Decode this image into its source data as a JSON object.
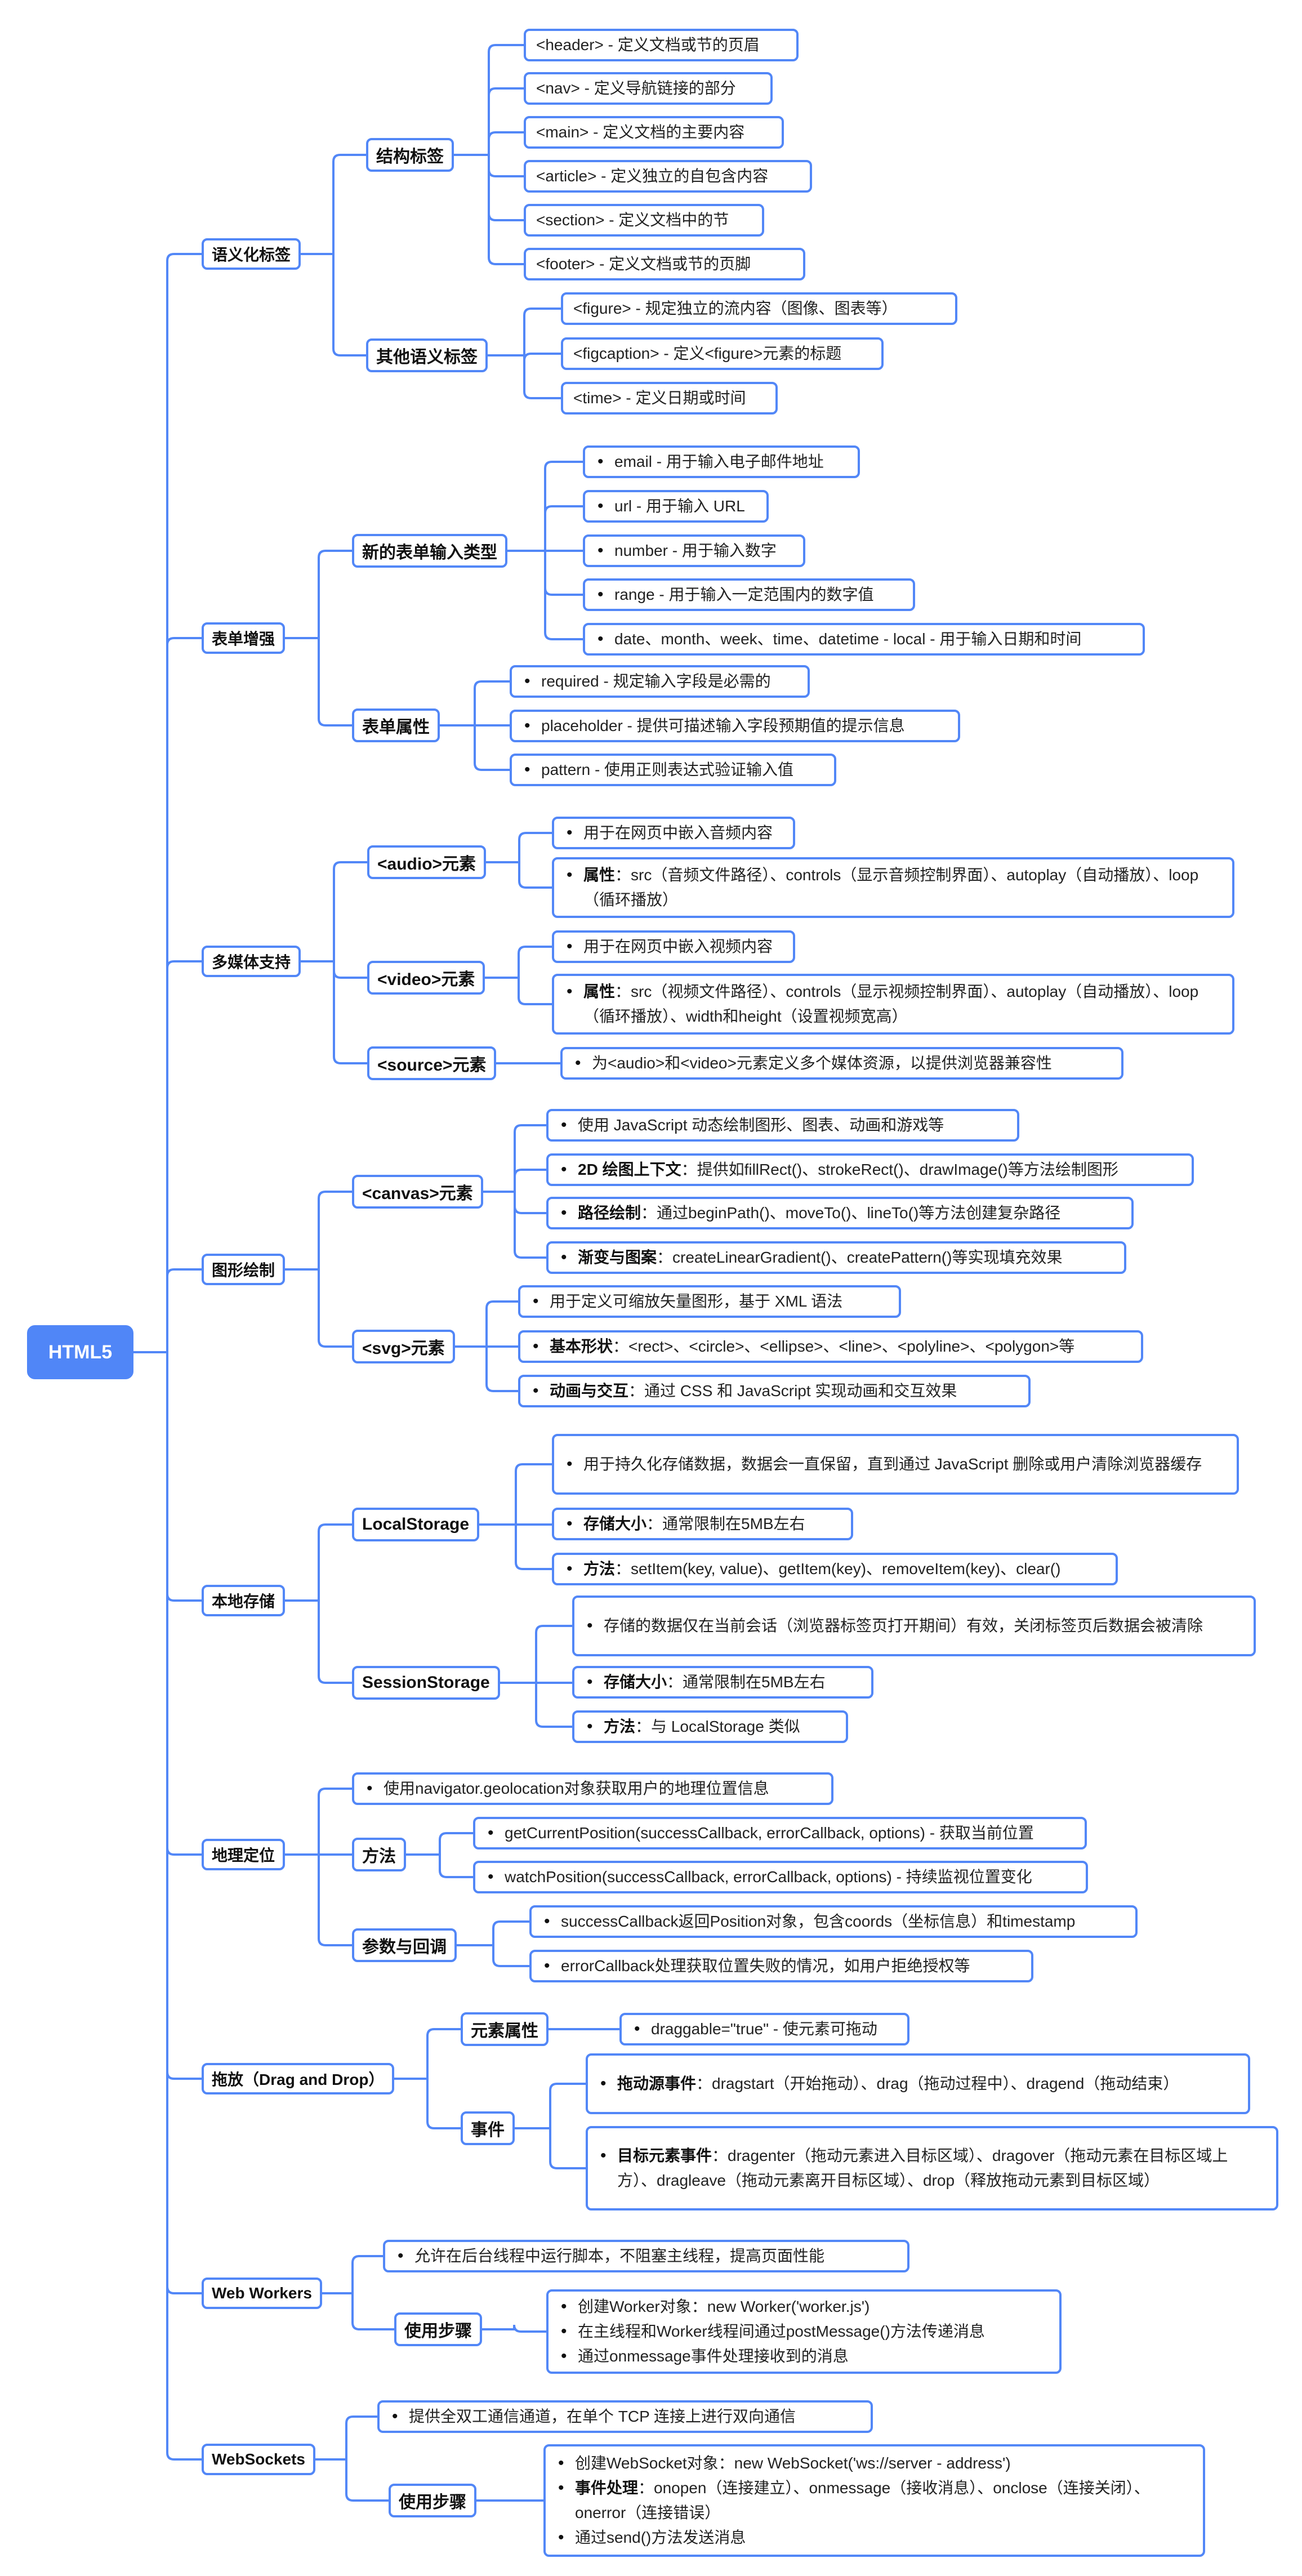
{
  "colors": {
    "accent": "#5086f7",
    "line": "#5287f7",
    "text": "#222222"
  },
  "root": {
    "id": "root",
    "label": "HTML5"
  },
  "branches": [
    {
      "id": "b1",
      "label": "语义化标签",
      "children": [
        {
          "id": "b1a",
          "label": "结构标签",
          "items": [
            {
              "id": "b1a1",
              "bullets": false,
              "lines": [
                {
                  "text": "<header> - 定义文档或节的页眉"
                }
              ]
            },
            {
              "id": "b1a2",
              "bullets": false,
              "lines": [
                {
                  "text": "<nav> - 定义导航链接的部分"
                }
              ]
            },
            {
              "id": "b1a3",
              "bullets": false,
              "lines": [
                {
                  "text": "<main> - 定义文档的主要内容"
                }
              ]
            },
            {
              "id": "b1a4",
              "bullets": false,
              "lines": [
                {
                  "text": "<article> - 定义独立的自包含内容"
                }
              ]
            },
            {
              "id": "b1a5",
              "bullets": false,
              "lines": [
                {
                  "text": "<section> - 定义文档中的节"
                }
              ]
            },
            {
              "id": "b1a6",
              "bullets": false,
              "lines": [
                {
                  "text": "<footer> - 定义文档或节的页脚"
                }
              ]
            }
          ]
        },
        {
          "id": "b1b",
          "label": "其他语义标签",
          "items": [
            {
              "id": "b1b1",
              "bullets": false,
              "lines": [
                {
                  "text": "<figure> - 规定独立的流内容（图像、图表等）"
                }
              ]
            },
            {
              "id": "b1b2",
              "bullets": false,
              "lines": [
                {
                  "text": "<figcaption> - 定义<figure>元素的标题"
                }
              ]
            },
            {
              "id": "b1b3",
              "bullets": false,
              "lines": [
                {
                  "text": "<time> - 定义日期或时间"
                }
              ]
            }
          ]
        }
      ]
    },
    {
      "id": "b2",
      "label": "表单增强",
      "children": [
        {
          "id": "b2a",
          "label": "新的表单输入类型",
          "items": [
            {
              "id": "b2a1",
              "lines": [
                {
                  "text": "email - 用于输入电子邮件地址"
                }
              ]
            },
            {
              "id": "b2a2",
              "lines": [
                {
                  "text": "url - 用于输入 URL"
                }
              ]
            },
            {
              "id": "b2a3",
              "lines": [
                {
                  "text": "number - 用于输入数字"
                }
              ]
            },
            {
              "id": "b2a4",
              "lines": [
                {
                  "text": "range - 用于输入一定范围内的数字值"
                }
              ]
            },
            {
              "id": "b2a5",
              "lines": [
                {
                  "text": "date、month、week、time、datetime - local - 用于输入日期和时间"
                }
              ]
            }
          ]
        },
        {
          "id": "b2b",
          "label": "表单属性",
          "items": [
            {
              "id": "b2b1",
              "lines": [
                {
                  "text": "required - 规定输入字段是必需的"
                }
              ]
            },
            {
              "id": "b2b2",
              "lines": [
                {
                  "text": "placeholder - 提供可描述输入字段预期值的提示信息"
                }
              ]
            },
            {
              "id": "b2b3",
              "lines": [
                {
                  "text": "pattern - 使用正则表达式验证输入值"
                }
              ]
            }
          ]
        }
      ]
    },
    {
      "id": "b3",
      "label": "多媒体支持",
      "children": [
        {
          "id": "b3a",
          "label": "<audio>元素",
          "items": [
            {
              "id": "b3a1",
              "lines": [
                {
                  "text": "用于在网页中嵌入音频内容"
                }
              ]
            },
            {
              "id": "b3a2",
              "lines": [
                {
                  "bold": "属性",
                  "text": "：src（音频文件路径）、controls（显示音频控制界面）、autoplay（自动播放）、loop（循环播放）"
                }
              ]
            }
          ]
        },
        {
          "id": "b3b",
          "label": "<video>元素",
          "items": [
            {
              "id": "b3b1",
              "lines": [
                {
                  "text": "用于在网页中嵌入视频内容"
                }
              ]
            },
            {
              "id": "b3b2",
              "lines": [
                {
                  "bold": "属性",
                  "text": "：src（视频文件路径）、controls（显示视频控制界面）、autoplay（自动播放）、loop（循环播放）、width和height（设置视频宽高）"
                }
              ]
            }
          ]
        },
        {
          "id": "b3c",
          "label": "<source>元素",
          "items": [
            {
              "id": "b3c1",
              "lines": [
                {
                  "text": "为<audio>和<video>元素定义多个媒体资源，以提供浏览器兼容性"
                }
              ]
            }
          ]
        }
      ]
    },
    {
      "id": "b4",
      "label": "图形绘制",
      "children": [
        {
          "id": "b4a",
          "label": "<canvas>元素",
          "items": [
            {
              "id": "b4a1",
              "lines": [
                {
                  "text": "使用 JavaScript 动态绘制图形、图表、动画和游戏等"
                }
              ]
            },
            {
              "id": "b4a2",
              "lines": [
                {
                  "bold": "2D 绘图上下文",
                  "text": "：提供如fillRect()、strokeRect()、drawImage()等方法绘制图形"
                }
              ]
            },
            {
              "id": "b4a3",
              "lines": [
                {
                  "bold": "路径绘制",
                  "text": "：通过beginPath()、moveTo()、lineTo()等方法创建复杂路径"
                }
              ]
            },
            {
              "id": "b4a4",
              "lines": [
                {
                  "bold": "渐变与图案",
                  "text": "：createLinearGradient()、createPattern()等实现填充效果"
                }
              ]
            }
          ]
        },
        {
          "id": "b4b",
          "label": "<svg>元素",
          "items": [
            {
              "id": "b4b1",
              "lines": [
                {
                  "text": "用于定义可缩放矢量图形，基于 XML 语法"
                }
              ]
            },
            {
              "id": "b4b2",
              "lines": [
                {
                  "bold": "基本形状",
                  "text": "：<rect>、<circle>、<ellipse>、<line>、<polyline>、<polygon>等"
                }
              ]
            },
            {
              "id": "b4b3",
              "lines": [
                {
                  "bold": "动画与交互",
                  "text": "：通过 CSS 和 JavaScript 实现动画和交互效果"
                }
              ]
            }
          ]
        }
      ]
    },
    {
      "id": "b5",
      "label": "本地存储",
      "children": [
        {
          "id": "b5a",
          "label": "LocalStorage",
          "items": [
            {
              "id": "b5a1",
              "lines": [
                {
                  "text": "用于持久化存储数据，数据会一直保留，直到通过 JavaScript 删除或用户清除浏览器缓存"
                }
              ]
            },
            {
              "id": "b5a2",
              "lines": [
                {
                  "bold": "存储大小",
                  "text": "：通常限制在5MB左右"
                }
              ]
            },
            {
              "id": "b5a3",
              "lines": [
                {
                  "bold": "方法",
                  "text": "：setItem(key, value)、getItem(key)、removeItem(key)、clear()"
                }
              ]
            }
          ]
        },
        {
          "id": "b5b",
          "label": "SessionStorage",
          "items": [
            {
              "id": "b5b1",
              "lines": [
                {
                  "text": "存储的数据仅在当前会话（浏览器标签页打开期间）有效，关闭标签页后数据会被清除"
                }
              ]
            },
            {
              "id": "b5b2",
              "lines": [
                {
                  "bold": "存储大小",
                  "text": "：通常限制在5MB左右"
                }
              ]
            },
            {
              "id": "b5b3",
              "lines": [
                {
                  "bold": "方法",
                  "text": "：与 LocalStorage 类似"
                }
              ]
            }
          ]
        }
      ]
    },
    {
      "id": "b6",
      "label": "地理定位",
      "children": [
        {
          "id": "b6x",
          "leaf": true,
          "lines": [
            {
              "text": "使用navigator.geolocation对象获取用户的地理位置信息"
            }
          ]
        },
        {
          "id": "b6a",
          "label": "方法",
          "items": [
            {
              "id": "b6a1",
              "lines": [
                {
                  "text": "getCurrentPosition(successCallback, errorCallback, options) - 获取当前位置"
                }
              ]
            },
            {
              "id": "b6a2",
              "lines": [
                {
                  "text": "watchPosition(successCallback, errorCallback, options) - 持续监视位置变化"
                }
              ]
            }
          ]
        },
        {
          "id": "b6b",
          "label": "参数与回调",
          "items": [
            {
              "id": "b6b1",
              "lines": [
                {
                  "text": "successCallback返回Position对象，包含coords（坐标信息）和timestamp"
                }
              ]
            },
            {
              "id": "b6b2",
              "lines": [
                {
                  "text": "errorCallback处理获取位置失败的情况，如用户拒绝授权等"
                }
              ]
            }
          ]
        }
      ]
    },
    {
      "id": "b7",
      "label": "拖放（Drag and Drop）",
      "children": [
        {
          "id": "b7a",
          "label": "元素属性",
          "items": [
            {
              "id": "b7a1",
              "lines": [
                {
                  "text": "draggable=\"true\" - 使元素可拖动"
                }
              ]
            }
          ]
        },
        {
          "id": "b7b",
          "label": "事件",
          "items": [
            {
              "id": "b7b1",
              "lines": [
                {
                  "bold": "拖动源事件",
                  "text": "：dragstart（开始拖动）、drag（拖动过程中）、dragend（拖动结束）"
                }
              ]
            },
            {
              "id": "b7b2",
              "lines": [
                {
                  "bold": "目标元素事件",
                  "text": "：dragenter（拖动元素进入目标区域）、dragover（拖动元素在目标区域上方）、dragleave（拖动元素离开目标区域）、drop（释放拖动元素到目标区域）"
                }
              ]
            }
          ]
        }
      ]
    },
    {
      "id": "b8",
      "label": "Web Workers",
      "children": [
        {
          "id": "b8x",
          "leaf": true,
          "lines": [
            {
              "text": "允许在后台线程中运行脚本，不阻塞主线程，提高页面性能"
            }
          ]
        },
        {
          "id": "b8a",
          "label": "使用步骤",
          "items": [
            {
              "id": "b8a1",
              "lines": [
                {
                  "text": "创建Worker对象：new Worker('worker.js')"
                },
                {
                  "text": "在主线程和Worker线程间通过postMessage()方法传递消息"
                },
                {
                  "text": "通过onmessage事件处理接收到的消息"
                }
              ]
            }
          ]
        }
      ]
    },
    {
      "id": "b9",
      "label": "WebSockets",
      "children": [
        {
          "id": "b9x",
          "leaf": true,
          "lines": [
            {
              "text": "提供全双工通信通道，在单个 TCP 连接上进行双向通信"
            }
          ]
        },
        {
          "id": "b9a",
          "label": "使用步骤",
          "items": [
            {
              "id": "b9a1",
              "lines": [
                {
                  "text": "创建WebSocket对象：new WebSocket('ws://server - address')"
                },
                {
                  "bold": "事件处理",
                  "text": "：onopen（连接建立）、onmessage（接收消息）、onclose（连接关闭）、onerror（连接错误）"
                },
                {
                  "text": "通过send()方法发送消息"
                }
              ]
            }
          ]
        }
      ]
    }
  ]
}
